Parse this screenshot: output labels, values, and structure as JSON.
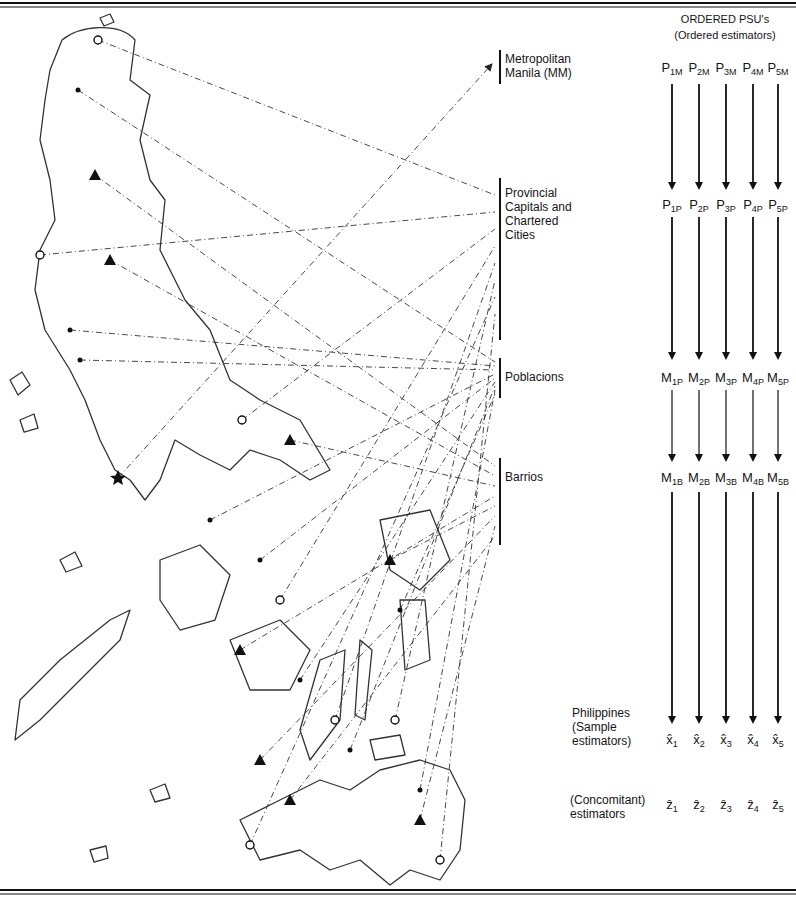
{
  "diagram": {
    "labels": [
      "ORDERED PSU's",
      "(Ordered estimators)",
      "Metropolitan Manila (MM)",
      "P1M",
      "P2M",
      "P3M",
      "P4M",
      "P5M",
      "Provincial Capitals and Chartered Cities",
      "P1P",
      "P2P",
      "P3P",
      "P4P",
      "P5P",
      "Poblacions",
      "M1P",
      "M2P",
      "M3P",
      "M4P",
      "M5P",
      "Barrios",
      "M1B",
      "M2B",
      "M3B",
      "M4B",
      "M5B",
      "Philippines (Sample estimators)",
      "x̂1",
      "x̂2",
      "x̂3",
      "x̂4",
      "x̂5",
      "(Concomitant) estimators",
      "ẑ1",
      "ẑ2",
      "ẑ3",
      "ẑ4",
      "ẑ5"
    ]
  }
}
